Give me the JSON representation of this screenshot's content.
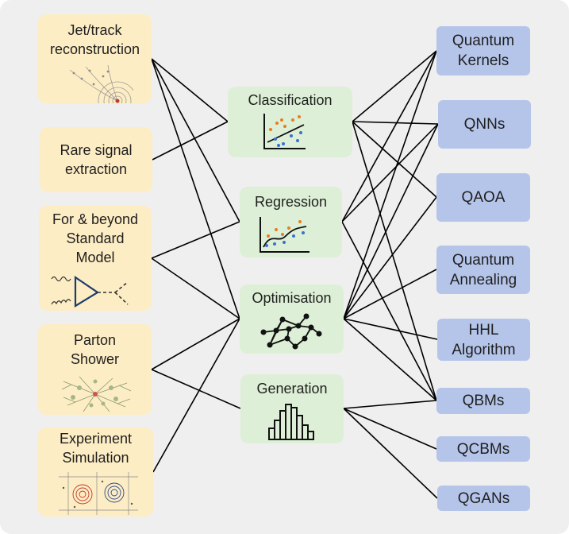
{
  "physics_tasks": [
    {
      "label": "Jet/track\nreconstruction",
      "icon": "track-reconstruction-icon"
    },
    {
      "label": "Rare signal\nextraction"
    },
    {
      "label": "For & beyond\nStandard\nModel",
      "icon": "feynman-diagram-icon"
    },
    {
      "label": "Parton\nShower",
      "icon": "parton-shower-icon"
    },
    {
      "label": "Experiment\nSimulation",
      "icon": "detector-simulation-icon"
    }
  ],
  "ml_tasks": [
    {
      "label": "Classification",
      "icon": "scatter-classification-icon"
    },
    {
      "label": "Regression",
      "icon": "regression-curve-icon"
    },
    {
      "label": "Optimisation",
      "icon": "graph-network-icon"
    },
    {
      "label": "Generation",
      "icon": "histogram-icon"
    }
  ],
  "quantum_methods": [
    {
      "label": "Quantum\nKernels"
    },
    {
      "label": "QNNs"
    },
    {
      "label": "QAOA"
    },
    {
      "label": "Quantum\nAnnealing"
    },
    {
      "label": "HHL\nAlgorithm"
    },
    {
      "label": "QBMs"
    },
    {
      "label": "QCBMs"
    },
    {
      "label": "QGANs"
    }
  ],
  "physics_to_ml_links": [
    [
      0,
      0
    ],
    [
      0,
      1
    ],
    [
      0,
      2
    ],
    [
      1,
      0
    ],
    [
      2,
      1
    ],
    [
      2,
      2
    ],
    [
      3,
      2
    ],
    [
      3,
      3
    ],
    [
      4,
      2
    ]
  ],
  "ml_to_quantum_links": [
    [
      0,
      0
    ],
    [
      0,
      1
    ],
    [
      0,
      2
    ],
    [
      0,
      5
    ],
    [
      1,
      0
    ],
    [
      1,
      1
    ],
    [
      1,
      5
    ],
    [
      2,
      0
    ],
    [
      2,
      1
    ],
    [
      2,
      2
    ],
    [
      2,
      3
    ],
    [
      2,
      4
    ],
    [
      2,
      5
    ],
    [
      3,
      5
    ],
    [
      3,
      6
    ],
    [
      3,
      7
    ]
  ],
  "colors": {
    "physics_box": "#fdedc4",
    "ml_box": "#ddefd6",
    "quantum_box": "#b5c5ea",
    "background": "#efefef",
    "line": "#000000"
  }
}
